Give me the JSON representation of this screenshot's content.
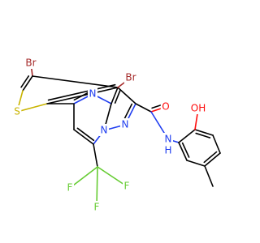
{
  "colors": {
    "background": "#ffffff",
    "bond": "#000000",
    "Br": "#a52a2a",
    "S": "#c9b400",
    "N": "#1f3df0",
    "O": "#ff0d0d",
    "F": "#66cc33"
  },
  "atom_labels": {
    "br_thiophene": "Br",
    "s_thiophene": "S",
    "n_pyrimidine": "N",
    "br_pyrazole": "Br",
    "o_carbonyl": "O",
    "oh_hydroxy": "OH",
    "n_pyrazole_2": "N",
    "n_bridgehead": "N",
    "nh_amide": "N",
    "h_amide": "H",
    "f_1": "F",
    "f_2": "F",
    "f_3": "F"
  }
}
